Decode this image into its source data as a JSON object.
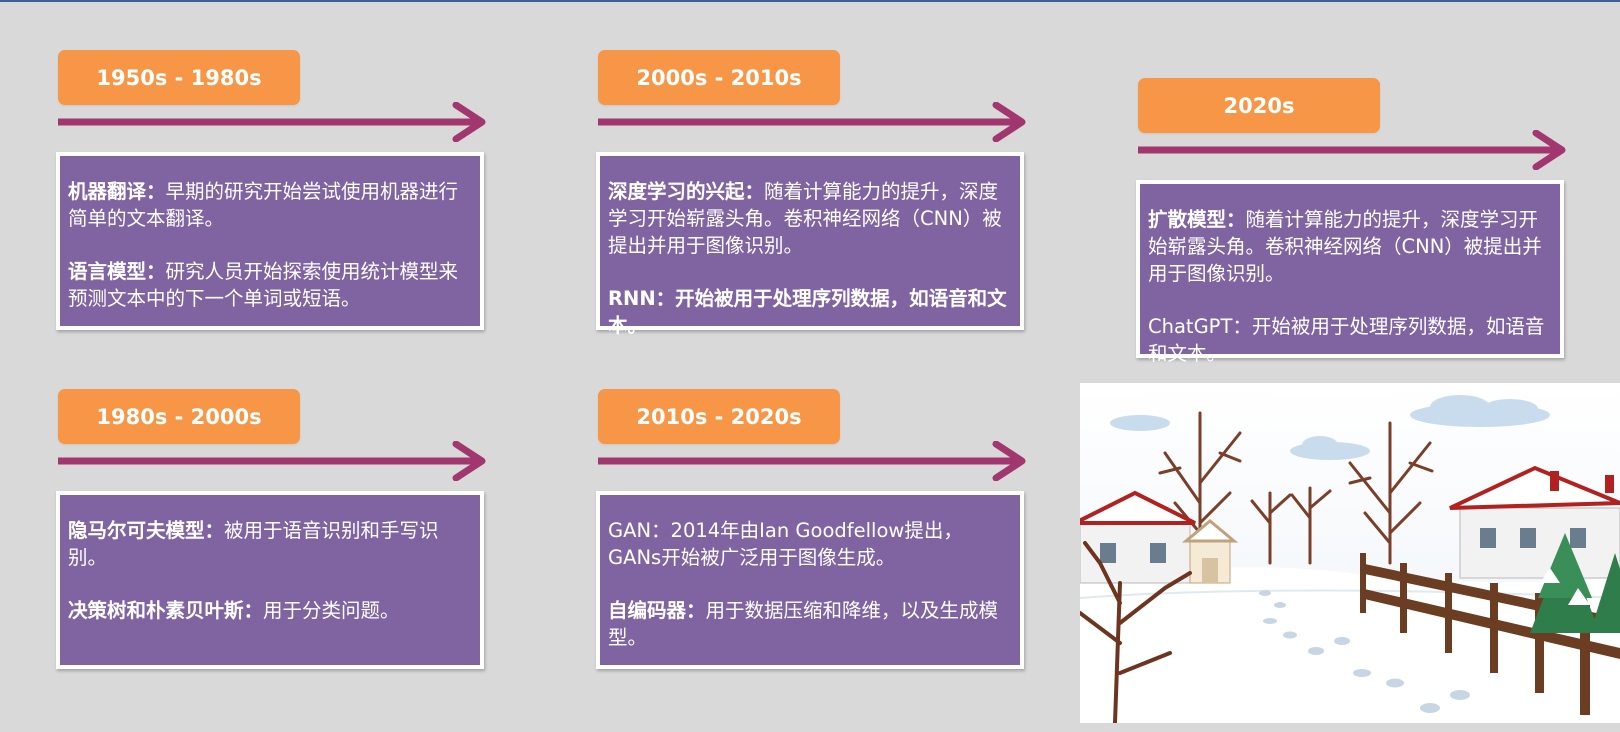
{
  "colors": {
    "background": "#d9d9d9",
    "tag": "#f79646",
    "arrow": "#a1376e",
    "card": "#8064a2",
    "card_border": "#ffffff"
  },
  "periods": [
    {
      "label": "1950s - 1980s",
      "items": [
        {
          "term": "机器翻译：",
          "text": "早期的研究开始尝试使用机器进行简单的文本翻译。"
        },
        {
          "term": "语言模型：",
          "text": "研究人员开始探索使用统计模型来预测文本中的下一个单词或短语。"
        }
      ]
    },
    {
      "label": "2000s - 2010s",
      "items": [
        {
          "term": "深度学习的兴起：",
          "text": "随着计算能力的提升，深度学习开始崭露头角。卷积神经网络（CNN）被提出并用于图像识别。"
        },
        {
          "term": "RNN：开始被用于处理序列数据，如语音和文本。",
          "text": ""
        }
      ]
    },
    {
      "label": "2020s",
      "items": [
        {
          "term": "扩散模型：",
          "text": "随着计算能力的提升，深度学习开始崭露头角。卷积神经网络（CNN）被提出并用于图像识别。"
        },
        {
          "term": "",
          "text": "ChatGPT：开始被用于处理序列数据，如语音和文本。"
        }
      ]
    },
    {
      "label": "1980s - 2000s",
      "items": [
        {
          "term": "隐马尔可夫模型：",
          "text": "被用于语音识别和手写识别。"
        },
        {
          "term": "决策树和朴素贝叶斯：",
          "text": "用于分类问题。"
        }
      ]
    },
    {
      "label": "2010s - 2020s",
      "items": [
        {
          "term": "",
          "text": "GAN：2014年由Ian Goodfellow提出，GANs开始被广泛用于图像生成。"
        },
        {
          "term": "自编码器：",
          "text": "用于数据压缩和降维，以及生成模型。"
        }
      ]
    }
  ]
}
